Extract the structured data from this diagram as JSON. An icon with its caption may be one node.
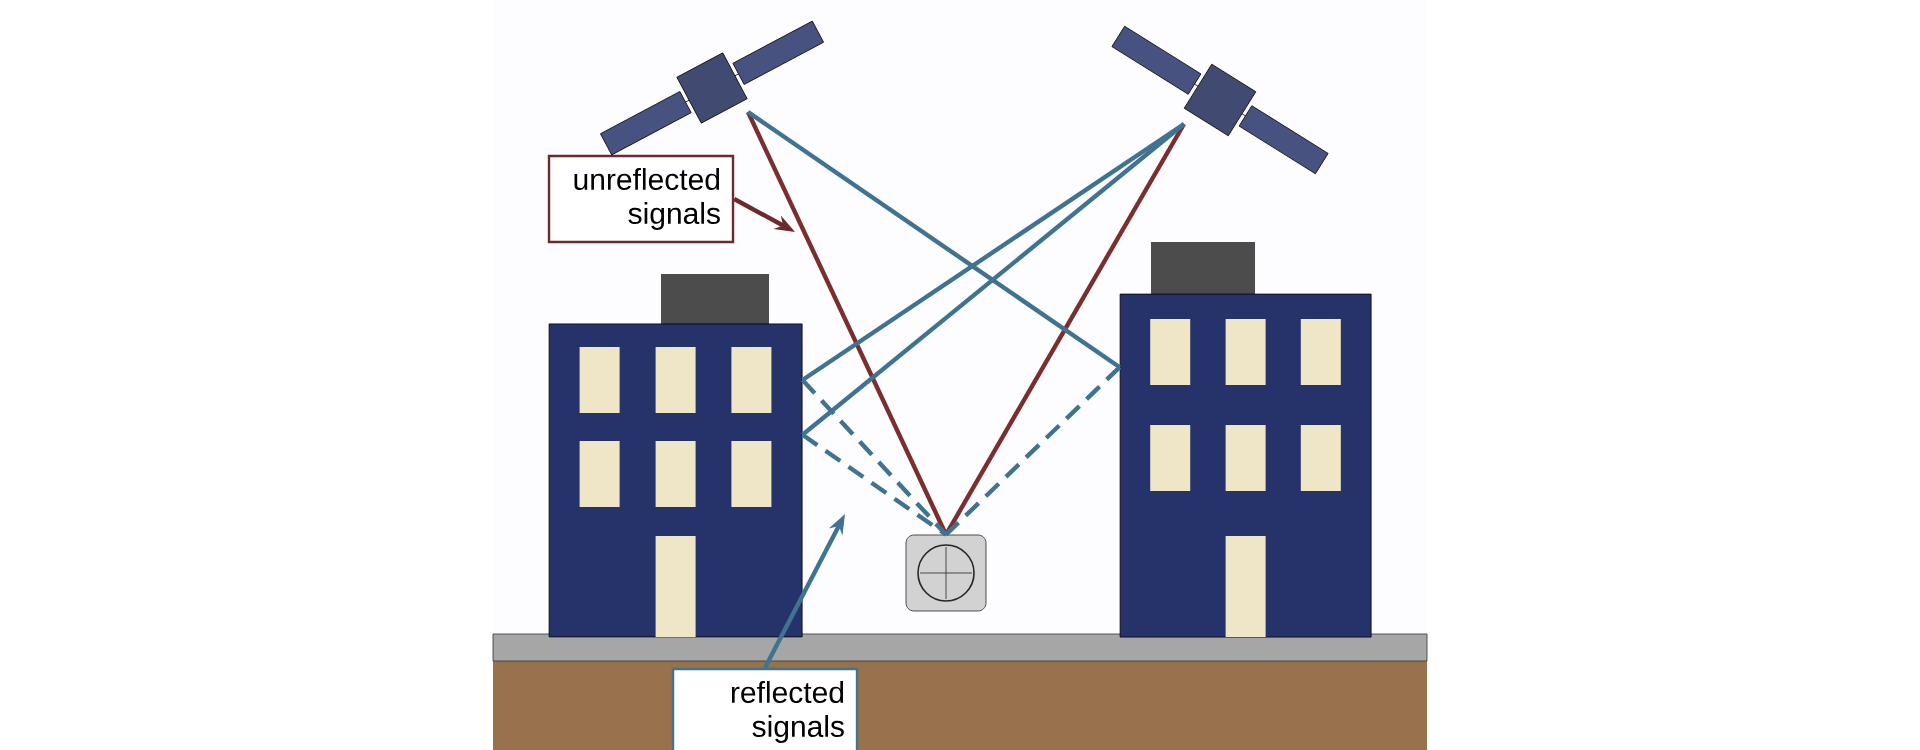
{
  "diagram": {
    "nodes": [
      {
        "text": [
          "unreflected signals"
        ]
      },
      {
        "text": [
          "reflected signals"
        ]
      },
      {
        "text": [],
        "shape": "picture"
      },
      {
        "text": [],
        "shape": "picture"
      },
      {
        "text": [],
        "shape": "box"
      },
      {
        "text": [],
        "shape": "box"
      },
      {
        "text": [],
        "shape": "picture"
      }
    ],
    "edges": [
      {
        "from": 0,
        "to": null,
        "arrow": "to",
        "color": "#6e2a2a"
      },
      {
        "from": 1,
        "to": null,
        "arrow": "to",
        "color": "#3f7390"
      },
      {
        "from": 2,
        "to": 6,
        "arrow": "none",
        "color": "#7a2e2e"
      },
      {
        "from": 3,
        "to": 6,
        "arrow": "none",
        "color": "#7a2e2e"
      },
      {
        "from": 2,
        "to": 5,
        "arrow": "none"
      },
      {
        "from": 3,
        "to": 4,
        "arrow": "none"
      },
      {
        "from": 3,
        "to": 4,
        "arrow": "none"
      },
      {
        "from": 4,
        "to": 6,
        "arrow": "none",
        "style": "dashed"
      },
      {
        "from": 4,
        "to": 6,
        "arrow": "none",
        "style": "dashed"
      },
      {
        "from": 5,
        "to": 6,
        "arrow": "none",
        "style": "dashed"
      }
    ]
  }
}
